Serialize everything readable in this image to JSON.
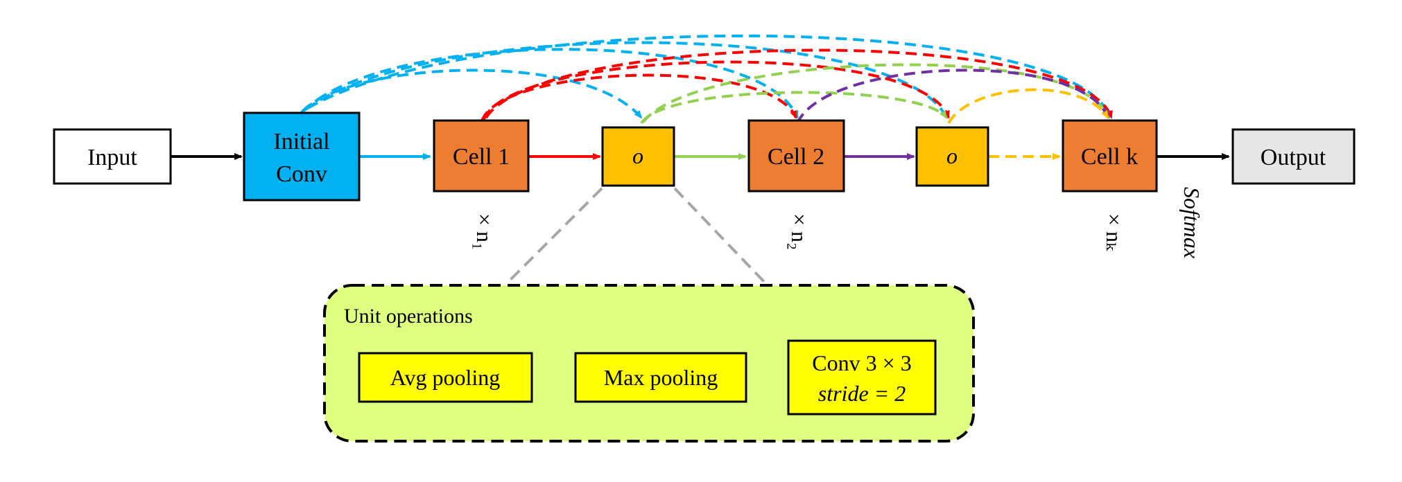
{
  "nodes": {
    "input": "Input",
    "initial_conv_line1": "Initial",
    "initial_conv_line2": "Conv",
    "cell1": "Cell 1",
    "op1": "o",
    "cell2": "Cell 2",
    "op2": "o",
    "cellk": "Cell k",
    "output": "Output"
  },
  "repeat_labels": {
    "n1": "× n₁",
    "n2": "× n₂",
    "nk": "× nₖ"
  },
  "softmax_label": "Softmax",
  "unit_operations": {
    "title": "Unit operations",
    "avg_pooling": "Avg pooling",
    "max_pooling": "Max pooling",
    "conv_line1": "Conv 3 × 3",
    "conv_line2": "stride = 2"
  },
  "colors": {
    "initial_conv_fill": "#00B0F0",
    "cell_fill": "#ED7D31",
    "op_fill": "#FFC000",
    "output_fill": "#E7E6E6",
    "panel_fill": "#DEFF80",
    "op_box_fill": "#FFFF00",
    "edge_blue": "#00B0F0",
    "edge_red": "#FF0000",
    "edge_green": "#92D050",
    "edge_purple": "#7030A0",
    "edge_orange": "#FFC000",
    "edge_gray": "#A6A6A6"
  }
}
